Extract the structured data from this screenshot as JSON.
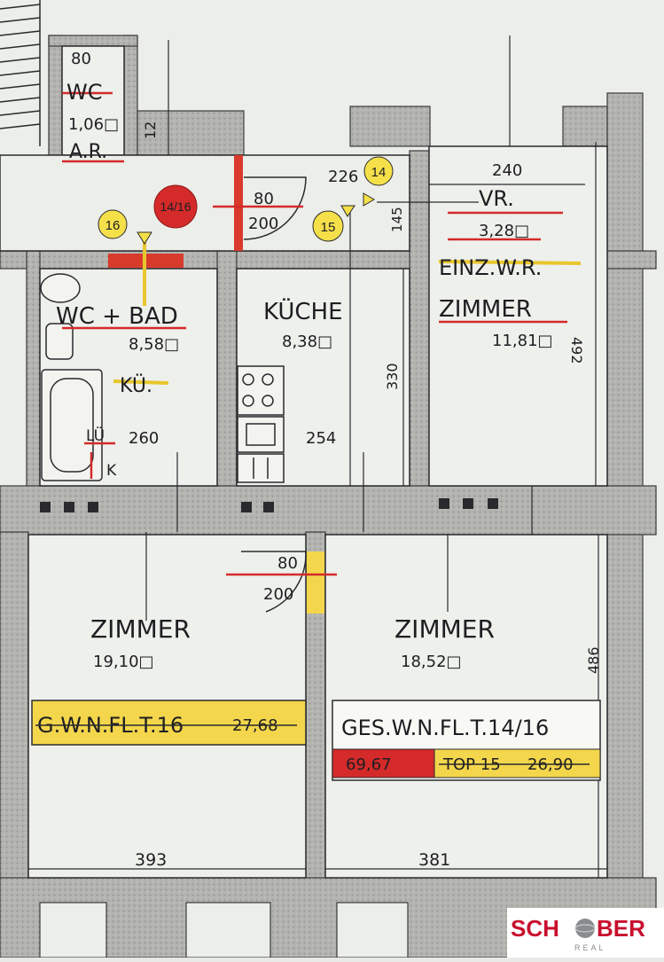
{
  "rooms": {
    "wc_top": {
      "label": "WC",
      "area": "1,06",
      "dim_width": "80",
      "dim_depth": "12",
      "note": "A.R."
    },
    "wc_bad": {
      "label": "WC + BAD",
      "area": "8,58",
      "old_label": "KÜ.",
      "lu": "LÜ",
      "k": "K",
      "dim_width": "260"
    },
    "kueche": {
      "label": "KÜCHE",
      "area": "8,38",
      "dim_width": "254",
      "dim_depth": "330"
    },
    "vorraum": {
      "label": "VR.",
      "area": "3,28",
      "dim_width": "240",
      "dim_small": "226",
      "dim_145": "145"
    },
    "einz_zimmer": {
      "old_label": "EINZ.W.R.",
      "label": "ZIMMER",
      "area": "11,81",
      "dim_depth": "492"
    },
    "zimmer_left": {
      "label": "ZIMMER",
      "area": "19,10",
      "dim_width": "393"
    },
    "zimmer_right": {
      "label": "ZIMMER",
      "area": "18,52",
      "dim_width": "381",
      "dim_depth": "486"
    }
  },
  "doors": {
    "entry": {
      "width": "80",
      "height": "200"
    },
    "zimmer": {
      "width": "80",
      "height": "200"
    }
  },
  "markers": [
    {
      "id": "14",
      "color": "#f5e04a"
    },
    {
      "id": "15",
      "color": "#f5e04a"
    },
    {
      "id": "16",
      "color": "#f5e04a"
    },
    {
      "id": "14/16",
      "color": "#d42a2a"
    }
  ],
  "summary": {
    "left_label": "G.W.N.FL.T.16",
    "left_value": "27,68",
    "right_label": "GES.W.N.FL.T.14/16",
    "right_total": "69,67",
    "right_top15": "TOP 15",
    "right_top15_value": "26,90"
  },
  "logo": {
    "text_left": "SCH",
    "text_right": "BER",
    "sub": "REAL",
    "accent": "#c8102e"
  },
  "colors": {
    "wall": "#a9aaa6",
    "highlight_yellow": "#f3d64b",
    "highlight_red": "#d42a2a",
    "paper": "#eceee9"
  }
}
